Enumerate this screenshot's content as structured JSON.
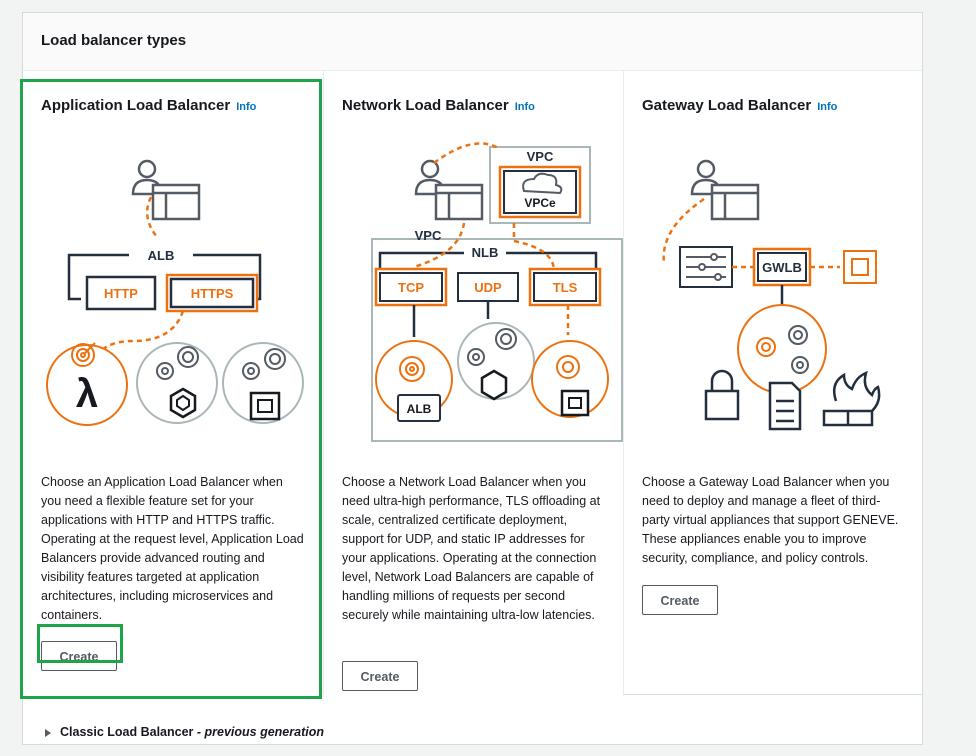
{
  "section": {
    "title": "Load balancer types"
  },
  "cards": [
    {
      "name": "Application Load Balancer",
      "info": "Info",
      "diagram": {
        "container": "ALB",
        "protocols": [
          "HTTP",
          "HTTPS"
        ]
      },
      "description": "Choose an Application Load Balancer when you need a flexible feature set for your applications with HTTP and HTTPS traffic. Operating at the request level, Application Load Balancers provide advanced routing and visibility features targeted at application architectures, including microservices and containers.",
      "button": "Create"
    },
    {
      "name": "Network Load Balancer",
      "info": "Info",
      "diagram": {
        "vpc": "VPC",
        "vpce": "VPCe",
        "container": "NLB",
        "protocols": [
          "TCP",
          "UDP",
          "TLS"
        ],
        "target": "ALB"
      },
      "description": "Choose a Network Load Balancer when you need ultra-high performance, TLS offloading at scale, centralized certificate deployment, support for UDP, and static IP addresses for your applications. Operating at the connection level, Network Load Balancers are capable of handling millions of requests per second securely while maintaining ultra-low latencies.",
      "button": "Create"
    },
    {
      "name": "Gateway Load Balancer",
      "info": "Info",
      "diagram": {
        "container": "GWLB"
      },
      "description": "Choose a Gateway Load Balancer when you need to deploy and manage a fleet of third-party virtual appliances that support GENEVE. These appliances enable you to improve security, compliance, and policy controls.",
      "button": "Create"
    }
  ],
  "classic": {
    "label": "Classic Load Balancer",
    "separator": " - ",
    "suffix": "previous generation"
  },
  "colors": {
    "accent": "#ec7211",
    "highlight": "#1fa44a",
    "link": "#0073bb",
    "dark": "#232f3e"
  }
}
